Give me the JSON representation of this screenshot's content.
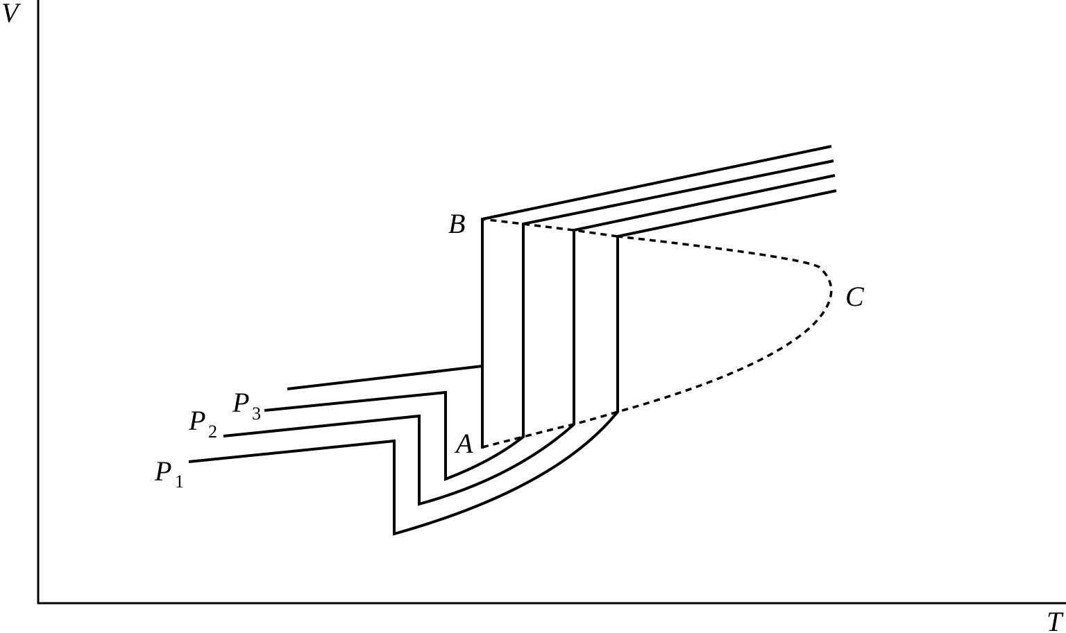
{
  "axes": {
    "y_label": "V",
    "x_label": "T"
  },
  "points": {
    "a": "A",
    "b": "B",
    "c": "C"
  },
  "isobars": [
    {
      "symbol": "P",
      "subscript": "1"
    },
    {
      "symbol": "P",
      "subscript": "2"
    },
    {
      "symbol": "P",
      "subscript": "3"
    }
  ]
}
